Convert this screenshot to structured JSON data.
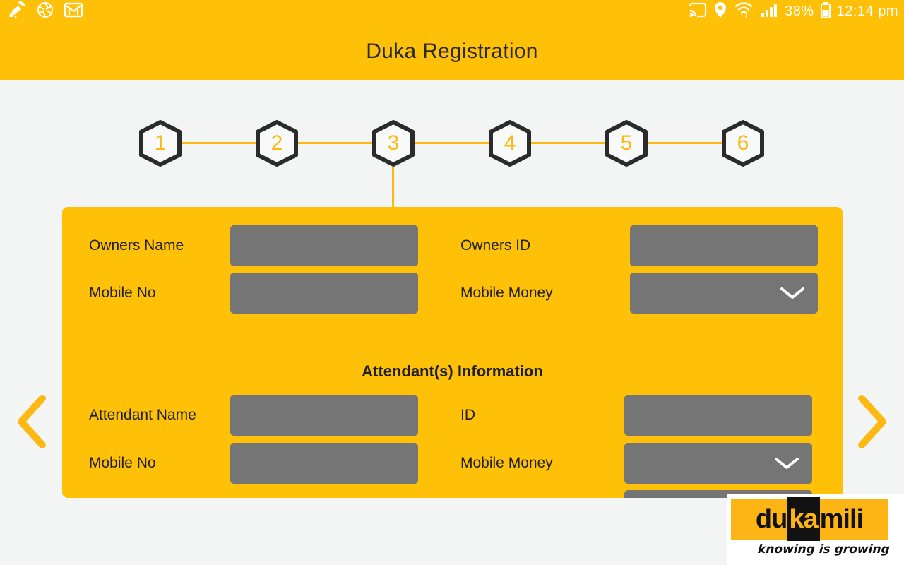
{
  "status_bar": {
    "left_icons": [
      "broom-icon",
      "shutter-icon",
      "mail-icon"
    ],
    "right_icons": [
      "cast-icon",
      "location-icon",
      "wifi-icon",
      "signal-icon",
      "battery-icon"
    ],
    "battery_percent": "38%",
    "time": "12:14 pm"
  },
  "app_bar": {
    "title": "Duka Registration"
  },
  "stepper": {
    "steps": [
      "1",
      "2",
      "3",
      "4",
      "5",
      "6"
    ],
    "active_step": "3"
  },
  "form": {
    "owner": {
      "fields": [
        {
          "label": "Owners Name",
          "type": "input"
        },
        {
          "label": "Owners ID",
          "type": "input"
        },
        {
          "label": "Mobile No",
          "type": "input"
        },
        {
          "label": "Mobile Money",
          "type": "select"
        }
      ]
    },
    "attendant": {
      "heading": "Attendant(s) Information",
      "fields": [
        {
          "label": "Attendant Name",
          "type": "input"
        },
        {
          "label": "ID",
          "type": "input"
        },
        {
          "label": "Mobile No",
          "type": "input"
        },
        {
          "label": "Mobile Money",
          "type": "select"
        }
      ]
    }
  },
  "nav": {
    "prev": "chevron-left-icon",
    "next": "chevron-right-icon"
  },
  "logo": {
    "part1": "du",
    "part2": "ka",
    "part3": "mili",
    "tagline": "knowing is growing"
  },
  "colors": {
    "amber_bar": "#FEC107",
    "amber_accent": "#FDB813",
    "card_yellow": "#FEC107",
    "input_gray": "#757575",
    "background_gray": "#F3F5F5",
    "hex_stroke": "#2B2B2B",
    "logo_yellow": "#FDB515"
  }
}
